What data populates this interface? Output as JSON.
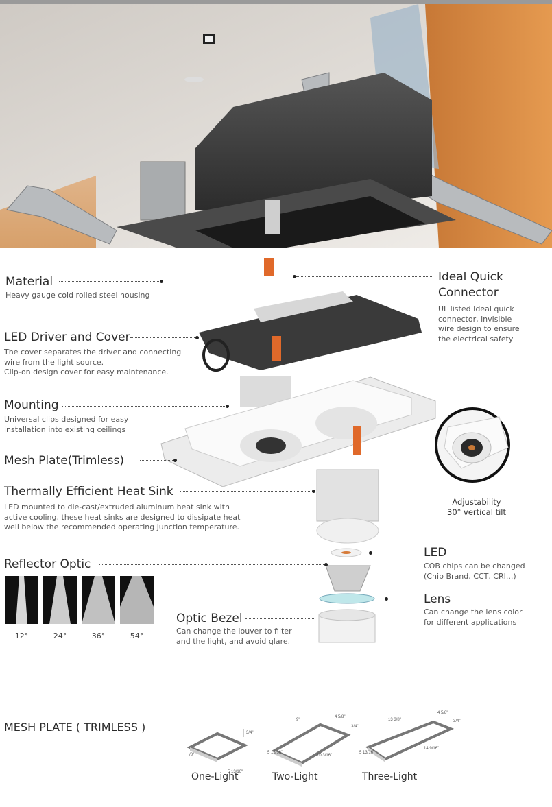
{
  "labels": {
    "material": {
      "title": "Material",
      "desc": [
        "Heavy gauge cold rolled steel housing"
      ]
    },
    "connector": {
      "title": [
        "Ideal Quick",
        "Connector"
      ],
      "desc": [
        "UL listed Ideal quick",
        "connector, invisible",
        "wire design to ensure",
        "the electrical safety"
      ]
    },
    "driver": {
      "title": "LED Driver and Cover",
      "desc": [
        "The cover separates the driver and connecting",
        "wire from the light source.",
        "Clip-on design cover for easy maintenance."
      ]
    },
    "mounting": {
      "title": "Mounting",
      "desc": [
        "Universal clips designed for easy",
        "installation into existing ceilings"
      ]
    },
    "mesh_plate": {
      "title": "Mesh Plate(Trimless)"
    },
    "heatsink": {
      "title": "Thermally Efficient Heat Sink",
      "desc": [
        "LED mounted to die-cast/extruded aluminum heat sink with",
        "active cooling, these heat sinks are designed to dissipate heat",
        "well below the recommended operating junction temperature."
      ]
    },
    "adjust": {
      "lines": [
        "Adjustability",
        "30° vertical tilt"
      ]
    },
    "led": {
      "title": "LED",
      "desc": [
        "COB chips can be changed",
        "(Chip Brand, CCT, CRI...)"
      ]
    },
    "reflector": {
      "title": "Reflector Optic"
    },
    "lens": {
      "title": "Lens",
      "desc": [
        "Can change the lens color",
        "for different applications"
      ]
    },
    "bezel": {
      "title": "Optic Bezel",
      "desc": [
        "Can change the louver to filter",
        "and the light, and avoid  glare."
      ]
    }
  },
  "beam_angles": [
    "12°",
    "24°",
    "36°",
    "54°"
  ],
  "mesh_section": {
    "title": "MESH PLATE ( TRIMLESS )",
    "variants": [
      {
        "name": "One-Light",
        "dims": [
          "3/4\"",
          "5 13/16\"",
          "/8\""
        ]
      },
      {
        "name": "Two-Light",
        "dims": [
          "9\"",
          "4 5/8\"",
          "3/4\"",
          "5 13/16\"",
          "10 3/16\""
        ]
      },
      {
        "name": "Three-Light",
        "dims": [
          "13 3/8\"",
          "4 5/8\"",
          "3/4\"",
          "5 13/16\"",
          "14 9/16\""
        ]
      }
    ]
  }
}
